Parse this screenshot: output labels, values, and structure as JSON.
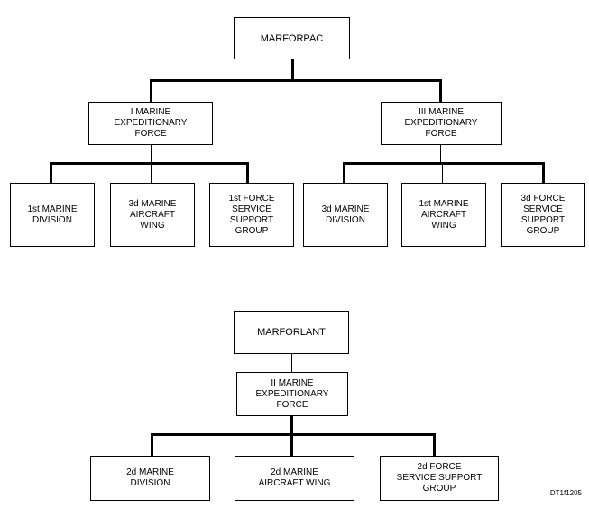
{
  "top_chart": {
    "root": "MARFORPAC",
    "left_force": "I MARINE\nEXPEDITIONARY\nFORCE",
    "right_force": "III MARINE\nEXPEDITIONARY\nFORCE",
    "left_units": [
      "1st MARINE\nDIVISION",
      "3d MARINE\nAIRCRAFT\nWING",
      "1st FORCE\nSERVICE\nSUPPORT\nGROUP"
    ],
    "right_units": [
      "3d MARINE\nDIVISION",
      "1st MARINE\nAIRCRAFT\nWING",
      "3d FORCE\nSERVICE\nSUPPORT\nGROUP"
    ]
  },
  "bottom_chart": {
    "root": "MARFORLANT",
    "force": "II MARINE\nEXPEDITIONARY\nFORCE",
    "units": [
      "2d MARINE\nDIVISION",
      "2d MARINE\nAIRCRAFT WING",
      "2d FORCE\nSERVICE SUPPORT\nGROUP"
    ]
  },
  "figure_id": "DT1f1205"
}
